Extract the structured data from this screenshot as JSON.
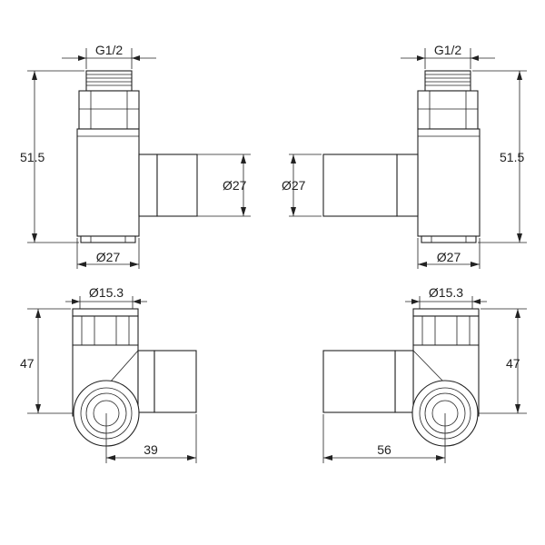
{
  "dimensions": {
    "top_left": {
      "thread": "G1/2",
      "height": "51.5",
      "side_diameter": "Ø27",
      "base_diameter": "Ø27"
    },
    "top_right": {
      "thread": "G1/2",
      "height": "51.5",
      "side_diameter": "Ø27",
      "base_diameter": "Ø27"
    },
    "bottom_left": {
      "nut_diameter": "Ø15.3",
      "height": "47",
      "length": "39"
    },
    "bottom_right": {
      "nut_diameter": "Ø15.3",
      "height": "47",
      "length": "56"
    }
  }
}
